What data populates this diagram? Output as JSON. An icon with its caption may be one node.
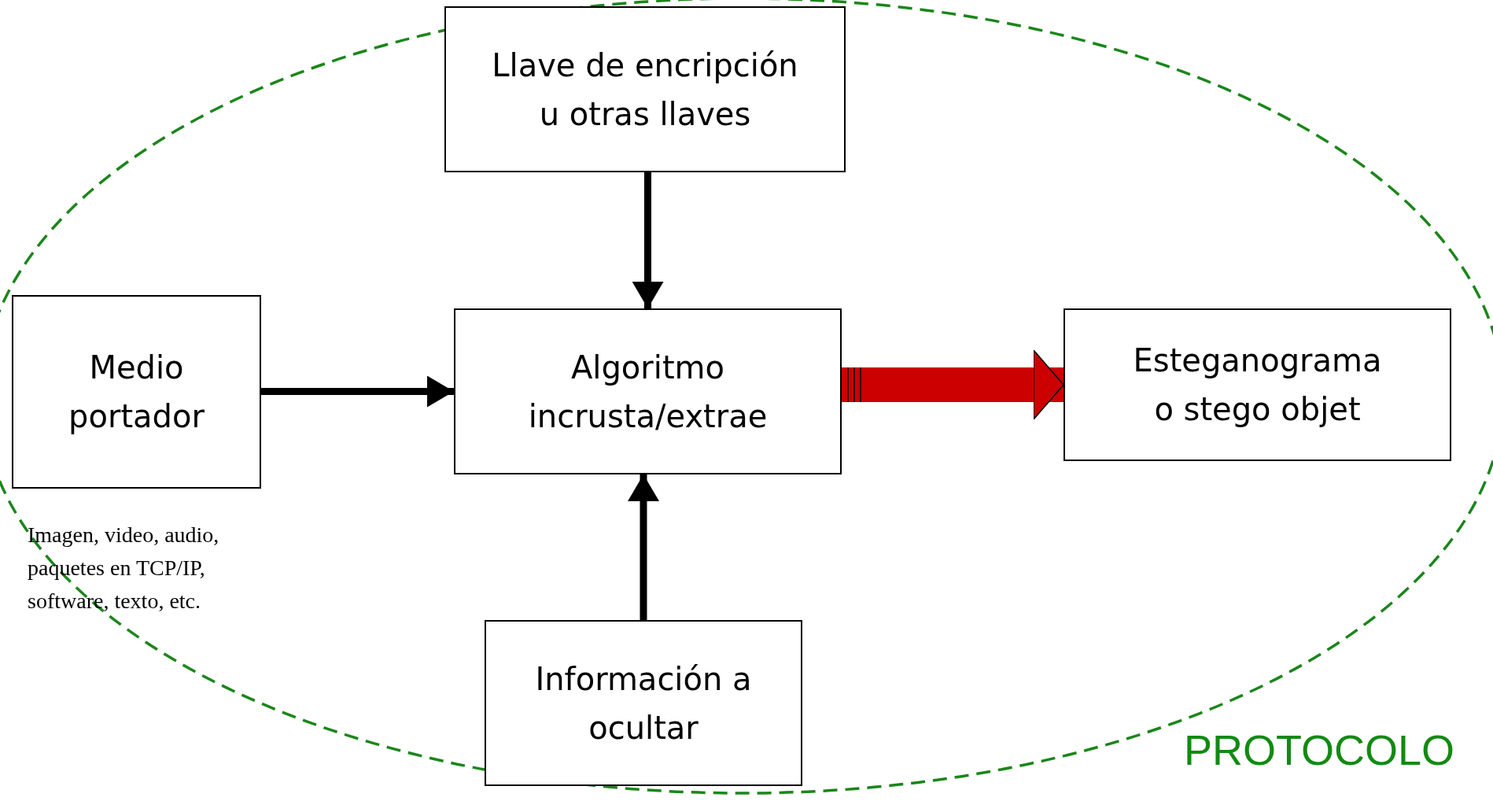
{
  "diagram": {
    "nodes": [
      {
        "text": [
          "PROTOCOLO"
        ]
      },
      {
        "text": [
          "Llave de encripción u otras llaves"
        ],
        "in": 0
      },
      {
        "text": [
          "Medio portador"
        ],
        "in": 0,
        "beside": [
          "Imagen, video, audio, paquetes en TCP/IP, software, texto, etc."
        ]
      },
      {
        "text": [
          "Algoritmo incrusta/extrae"
        ],
        "in": 0
      },
      {
        "text": [
          "Esteganograma o stego objet"
        ],
        "in": 0
      },
      {
        "text": [
          "Información a ocultar"
        ],
        "in": 0
      }
    ],
    "edges": [
      {
        "from": 1,
        "to": 3,
        "arrow": "to"
      },
      {
        "from": 2,
        "to": 3,
        "arrow": "to"
      },
      {
        "from": 5,
        "to": 3,
        "arrow": "to"
      },
      {
        "from": 3,
        "to": 4,
        "arrow": "to",
        "style": "thick",
        "color": "#cc0000"
      }
    ]
  }
}
